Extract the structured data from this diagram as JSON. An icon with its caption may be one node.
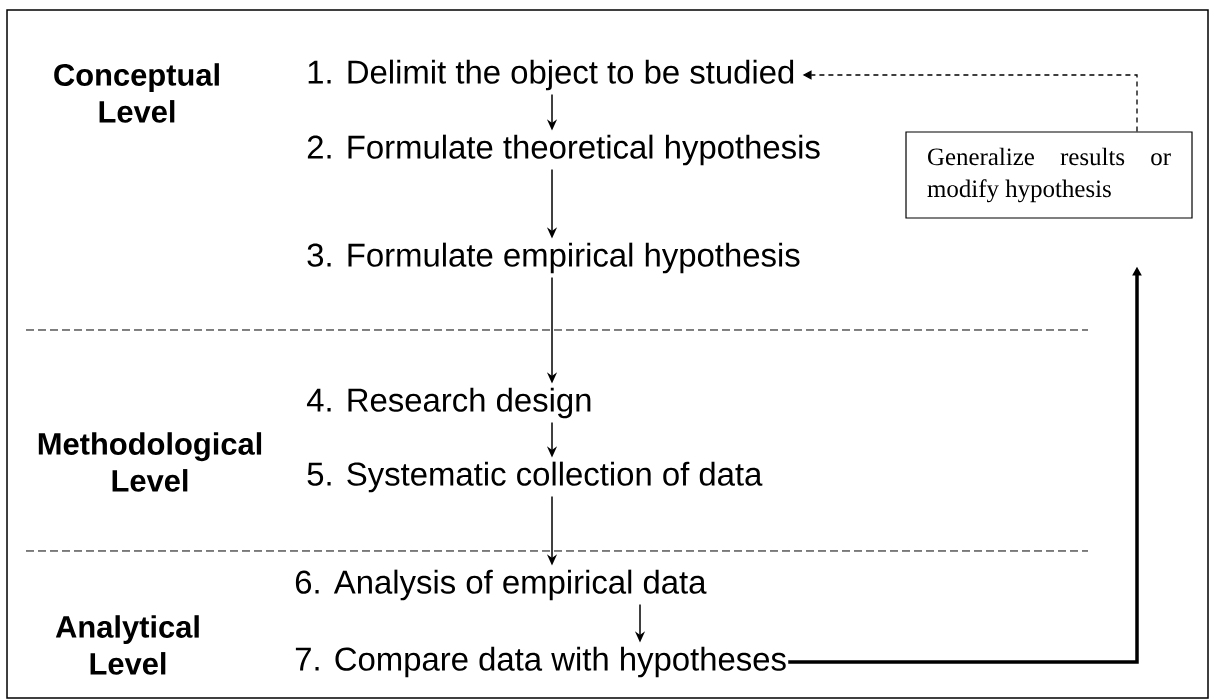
{
  "diagram": {
    "nodes": [
      {
        "text": [
          "1. Delimit the object to be studied"
        ]
      },
      {
        "text": [
          "2. Formulate theoretical hypothesis"
        ]
      },
      {
        "text": [
          "3. Formulate empirical hypothesis"
        ]
      },
      {
        "text": [
          "4. Research design"
        ]
      },
      {
        "text": [
          "5. Systematic collection of data"
        ]
      },
      {
        "text": [
          "6. Analysis of empirical data"
        ]
      },
      {
        "text": [
          "7. Compare data with hypotheses"
        ]
      },
      {
        "text": [
          "Generalize results or modify hypothesis"
        ]
      }
    ],
    "edges": [
      {
        "from": 0,
        "to": 1,
        "arrow": "to"
      },
      {
        "from": 1,
        "to": 2,
        "arrow": "to"
      },
      {
        "from": 2,
        "to": 3,
        "arrow": "to"
      },
      {
        "from": 3,
        "to": 4,
        "arrow": "to"
      },
      {
        "from": 4,
        "to": 5,
        "arrow": "to"
      },
      {
        "from": 5,
        "to": 6,
        "arrow": "to"
      },
      {
        "from": 6,
        "to": 7,
        "arrow": "to",
        "style": "thick"
      },
      {
        "from": 7,
        "to": 0,
        "arrow": "to",
        "style": "dashed"
      }
    ],
    "labels": [
      "Conceptual Level",
      "Methodological Level",
      "Analytical Level"
    ]
  }
}
